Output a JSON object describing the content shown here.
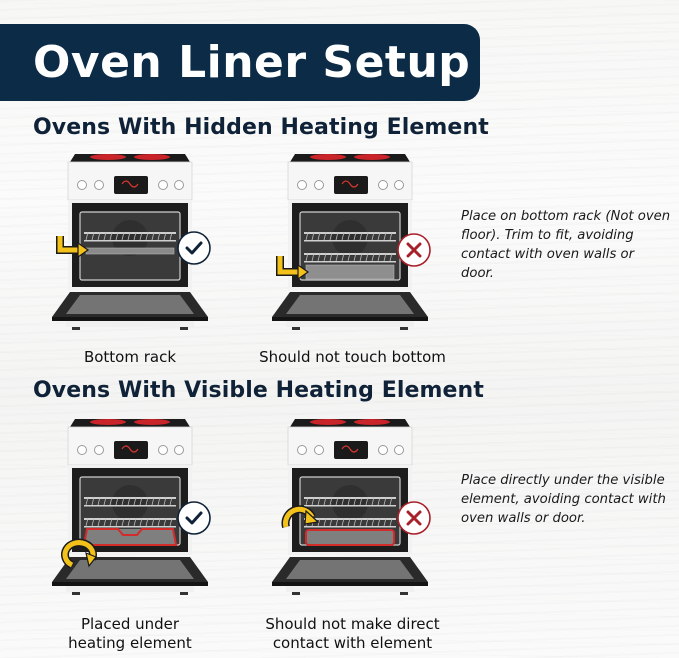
{
  "banner": {
    "title": "Oven Liner Setup",
    "bg_color": "#0c2b47"
  },
  "sections": [
    {
      "title": "Ovens With Hidden Heating Element",
      "note": "Place on bottom rack (Not oven floor). Trim to fit, avoiding contact with oven walls or door.",
      "panels": [
        {
          "caption": "Bottom rack",
          "status": "correct",
          "badge_icon": "checkmark-icon",
          "arrow_icon": "elbow-arrow-icon"
        },
        {
          "caption": "Should not touch bottom",
          "status": "incorrect",
          "badge_icon": "x-mark-icon",
          "arrow_icon": "elbow-arrow-icon"
        }
      ]
    },
    {
      "title": "Ovens With Visible Heating Element",
      "note": "Place directly under the visible element, avoiding contact with oven walls or door.",
      "panels": [
        {
          "caption_line1": "Placed under",
          "caption_line2": "heating element",
          "status": "correct",
          "badge_icon": "checkmark-icon",
          "arrow_icon": "curved-arrow-icon"
        },
        {
          "caption_line1": "Should not make direct",
          "caption_line2": "contact with element",
          "status": "incorrect",
          "badge_icon": "x-mark-icon",
          "arrow_icon": "curved-arrow-icon"
        }
      ]
    }
  ],
  "colors": {
    "navy": "#0c2b47",
    "check": "#0f2238",
    "cross": "#a8202a",
    "arrow": "#f2c11a",
    "liner_red": "#d32a2a"
  }
}
